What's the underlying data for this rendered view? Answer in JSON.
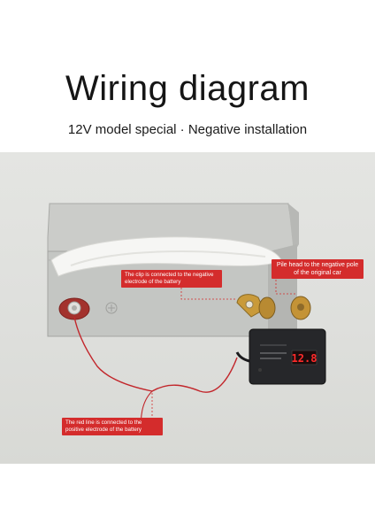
{
  "header": {
    "title": "Wiring diagram",
    "subtitle": "12V model special · Negative installation"
  },
  "callouts": {
    "clip": "The clip is connected to the negative electrode of the battery",
    "pile_head": "Pile head to the negative pole of the original car",
    "red_line": "The red line is connected to the positive electrode of the battery"
  },
  "device": {
    "display": "12.8"
  },
  "colors": {
    "callout_bg": "#d42c2c",
    "battery_case": "#c4c6c3",
    "device_body": "#26272a",
    "display_digits": "#ff2a2a",
    "wire": "#c2262b"
  }
}
